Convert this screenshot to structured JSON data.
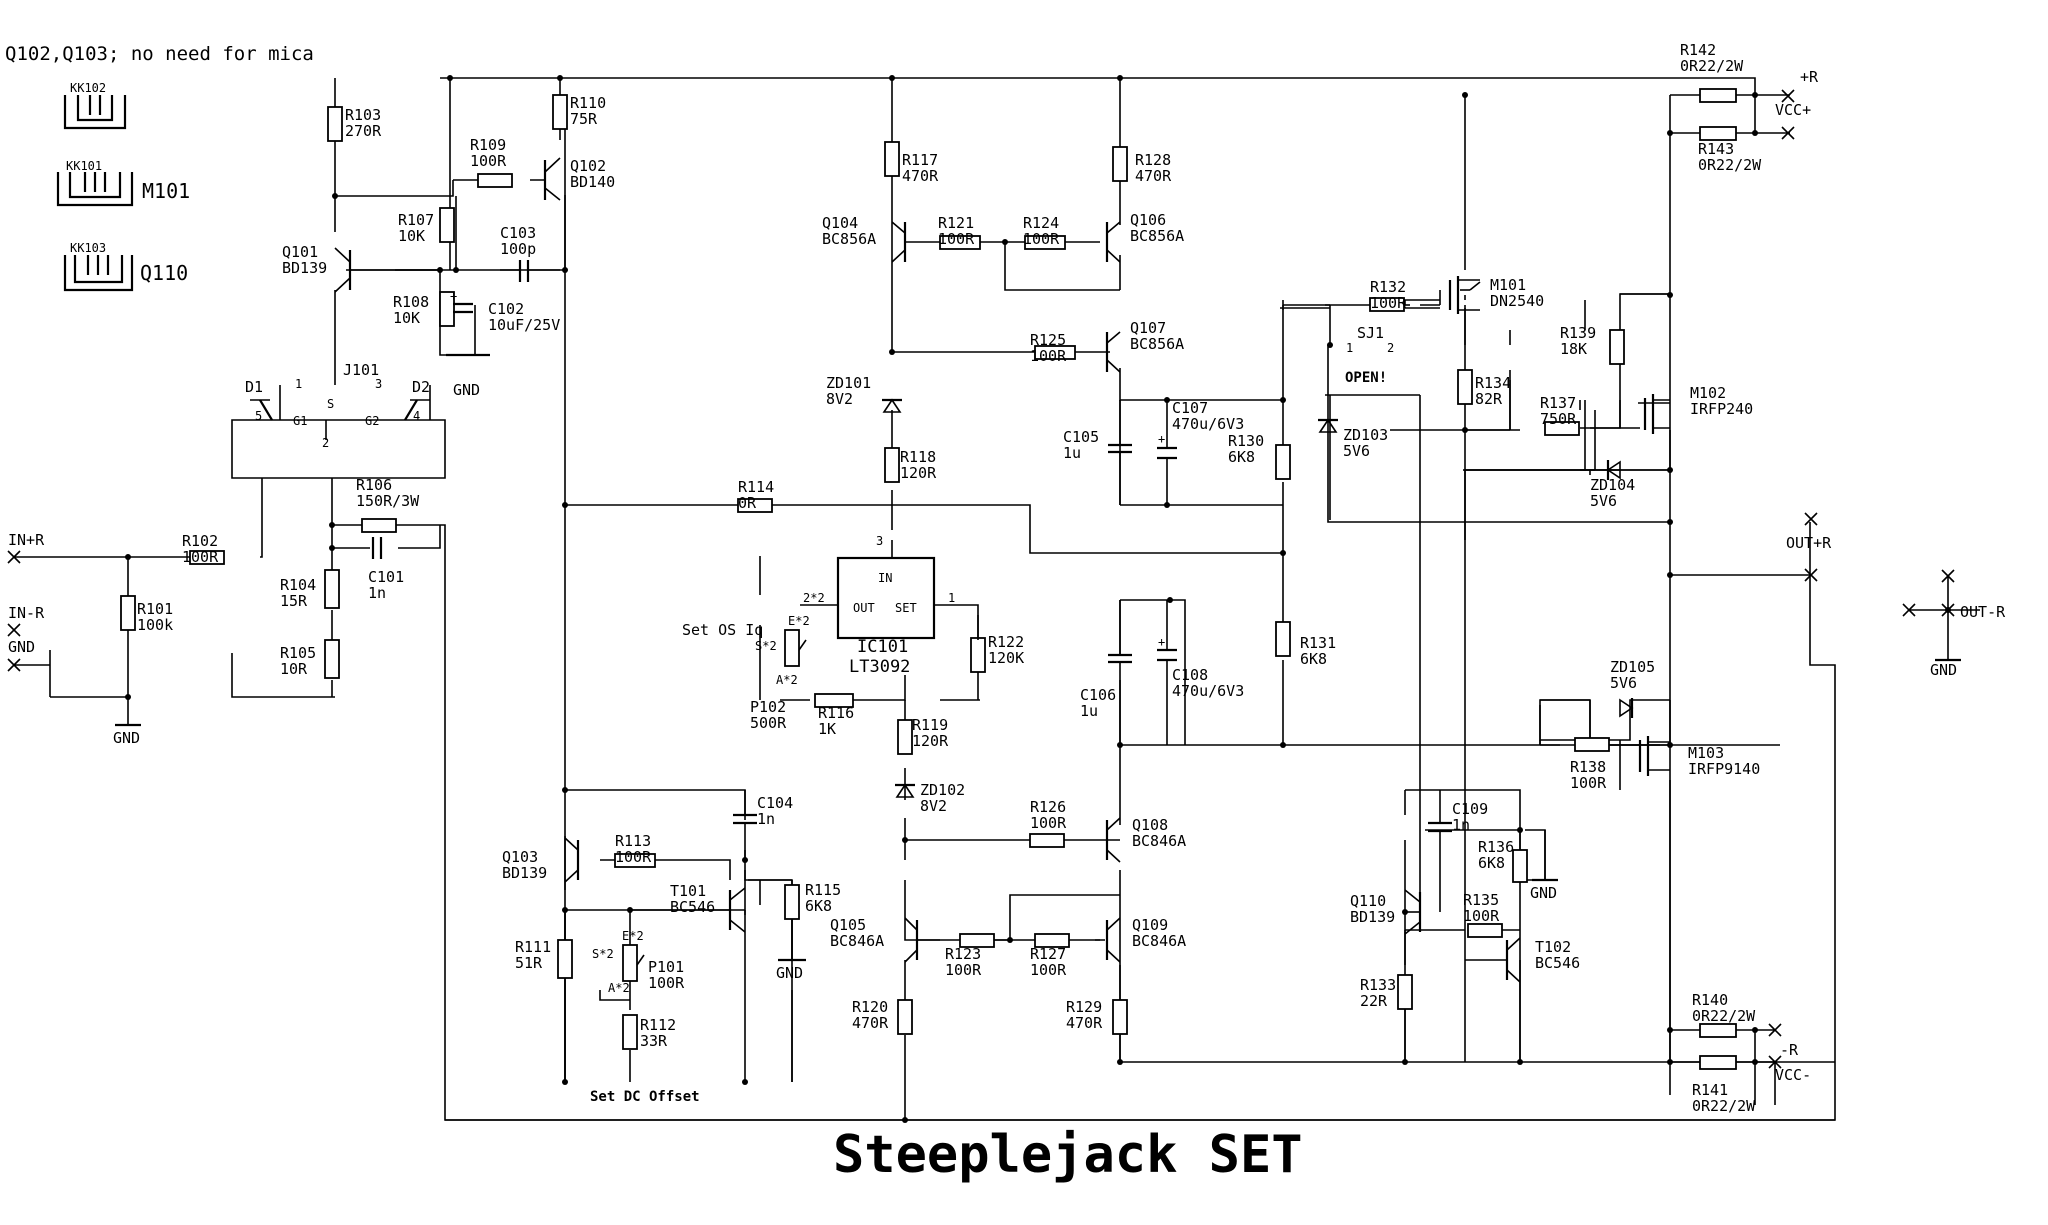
{
  "title": "Steeplejack SET",
  "note": "Q102,Q103; no need for mica",
  "heatsinks": [
    {
      "ref": "KK102",
      "part": ""
    },
    {
      "ref": "KK101",
      "part": "M101"
    },
    {
      "ref": "KK103",
      "part": "Q110"
    }
  ],
  "ports": {
    "in_r": "IN+R",
    "in_minus": "IN-R",
    "gnd_in": "GND",
    "plus_r": "+R",
    "vcc_plus": "VCC+",
    "minus_r": "-R",
    "vcc_minus": "VCC-",
    "out_r": "OUT+R",
    "out_minus": "OUT-R",
    "gnd": "GND"
  },
  "labels": {
    "set_os": "Set OS Iq",
    "set_dc": "Set DC Offset",
    "sj1": "SJ1",
    "open": "OPEN!",
    "sj_pin1": "1",
    "sj_pin2": "2",
    "d1": "D1",
    "d2": "D2",
    "j101": "J101",
    "jp1": "1",
    "jp3": "3",
    "jp5": "5",
    "jp4": "4",
    "jp2": "2",
    "g1": "G1",
    "g2": "G2",
    "s": "S",
    "ic_ref": "IC101",
    "ic_part": "LT3092",
    "ic_in": "IN",
    "ic_out": "OUT",
    "ic_set": "SET",
    "ic_p3": "3",
    "ic_p2": "2*2",
    "ic_p1": "1",
    "p102_s": "S*2",
    "p102_e": "E*2",
    "p102_a": "A*2",
    "p101_s": "S*2",
    "p101_e": "E*2",
    "p101_a": "A*2"
  },
  "components": [
    {
      "ref": "R103",
      "val": "270R"
    },
    {
      "ref": "R110",
      "val": "75R"
    },
    {
      "ref": "R109",
      "val": "100R"
    },
    {
      "ref": "Q102",
      "val": "BD140"
    },
    {
      "ref": "R107",
      "val": "10K"
    },
    {
      "ref": "C103",
      "val": "100p"
    },
    {
      "ref": "Q101",
      "val": "BD139"
    },
    {
      "ref": "R108",
      "val": "10K"
    },
    {
      "ref": "C102",
      "val": "10uF/25V"
    },
    {
      "ref": "R106",
      "val": "150R/3W"
    },
    {
      "ref": "R102",
      "val": "100R"
    },
    {
      "ref": "R101",
      "val": "100k"
    },
    {
      "ref": "R104",
      "val": "15R"
    },
    {
      "ref": "C101",
      "val": "1n"
    },
    {
      "ref": "R105",
      "val": "10R"
    },
    {
      "ref": "R117",
      "val": "470R"
    },
    {
      "ref": "Q104",
      "val": "BC856A"
    },
    {
      "ref": "R121",
      "val": "100R"
    },
    {
      "ref": "R124",
      "val": "100R"
    },
    {
      "ref": "R128",
      "val": "470R"
    },
    {
      "ref": "Q106",
      "val": "BC856A"
    },
    {
      "ref": "R125",
      "val": "100R"
    },
    {
      "ref": "Q107",
      "val": "BC856A"
    },
    {
      "ref": "ZD101",
      "val": "8V2"
    },
    {
      "ref": "R118",
      "val": "120R"
    },
    {
      "ref": "R114",
      "val": "0R"
    },
    {
      "ref": "C105",
      "val": "1u"
    },
    {
      "ref": "C107",
      "val": "470u/6V3"
    },
    {
      "ref": "R130",
      "val": "6K8"
    },
    {
      "ref": "R122",
      "val": "120K"
    },
    {
      "ref": "P102",
      "val": "500R"
    },
    {
      "ref": "R116",
      "val": "1K"
    },
    {
      "ref": "R119",
      "val": "120R"
    },
    {
      "ref": "ZD102",
      "val": "8V2"
    },
    {
      "ref": "C106",
      "val": "1u"
    },
    {
      "ref": "C108",
      "val": "470u/6V3"
    },
    {
      "ref": "R131",
      "val": "6K8"
    },
    {
      "ref": "R126",
      "val": "100R"
    },
    {
      "ref": "Q108",
      "val": "BC846A"
    },
    {
      "ref": "Q105",
      "val": "BC846A"
    },
    {
      "ref": "R123",
      "val": "100R"
    },
    {
      "ref": "R127",
      "val": "100R"
    },
    {
      "ref": "Q109",
      "val": "BC846A"
    },
    {
      "ref": "R120",
      "val": "470R"
    },
    {
      "ref": "R129",
      "val": "470R"
    },
    {
      "ref": "Q103",
      "val": "BD139"
    },
    {
      "ref": "R113",
      "val": "100R"
    },
    {
      "ref": "C104",
      "val": "1n"
    },
    {
      "ref": "T101",
      "val": "BC546"
    },
    {
      "ref": "R115",
      "val": "6K8"
    },
    {
      "ref": "R111",
      "val": "51R"
    },
    {
      "ref": "P101",
      "val": "100R"
    },
    {
      "ref": "R112",
      "val": "33R"
    },
    {
      "ref": "R142",
      "val": "0R22/2W"
    },
    {
      "ref": "R143",
      "val": "0R22/2W"
    },
    {
      "ref": "R132",
      "val": "100R"
    },
    {
      "ref": "M101",
      "val": "DN2540"
    },
    {
      "ref": "ZD103",
      "val": "5V6"
    },
    {
      "ref": "R134",
      "val": "82R"
    },
    {
      "ref": "R137",
      "val": "750R"
    },
    {
      "ref": "R139",
      "val": "18K"
    },
    {
      "ref": "M102",
      "val": "IRFP240"
    },
    {
      "ref": "ZD104",
      "val": "5V6"
    },
    {
      "ref": "ZD105",
      "val": "5V6"
    },
    {
      "ref": "R138",
      "val": "100R"
    },
    {
      "ref": "M103",
      "val": "IRFP9140"
    },
    {
      "ref": "C109",
      "val": "1n"
    },
    {
      "ref": "R136",
      "val": "6K8"
    },
    {
      "ref": "R135",
      "val": "100R"
    },
    {
      "ref": "Q110",
      "val": "BD139"
    },
    {
      "ref": "T102",
      "val": "BC546"
    },
    {
      "ref": "R133",
      "val": "22R"
    },
    {
      "ref": "R140",
      "val": "0R22/2W"
    },
    {
      "ref": "R141",
      "val": "0R22/2W"
    }
  ]
}
